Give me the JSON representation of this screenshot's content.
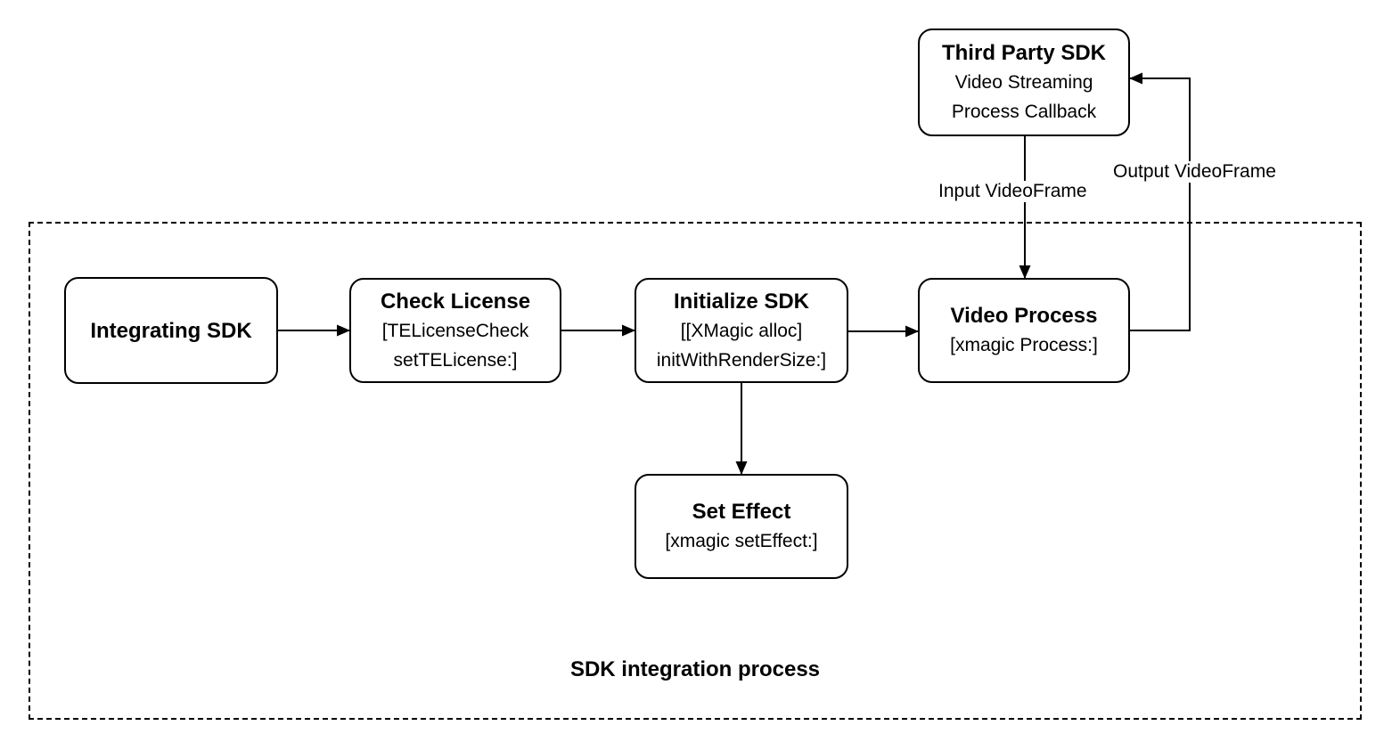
{
  "diagram": {
    "caption": "SDK integration process",
    "nodes": {
      "third_party_sdk": {
        "title": "Third Party SDK",
        "line1": "Video Streaming",
        "line2": "Process Callback"
      },
      "integrating_sdk": {
        "title": "Integrating SDK"
      },
      "check_license": {
        "title": "Check License",
        "line1": "[TELicenseCheck",
        "line2": "setTELicense:]"
      },
      "initialize_sdk": {
        "title": "Initialize SDK",
        "line1": "[[XMagic alloc]",
        "line2": "initWithRenderSize:]"
      },
      "video_process": {
        "title": "Video Process",
        "line1": "[xmagic Process:]"
      },
      "set_effect": {
        "title": "Set Effect",
        "line1": "[xmagic setEffect:]"
      }
    },
    "edge_labels": {
      "input_videoframe": "Input VideoFrame",
      "output_videoframe": "Output VideoFrame"
    },
    "colors": {
      "stroke": "#000000",
      "background": "#ffffff"
    }
  }
}
